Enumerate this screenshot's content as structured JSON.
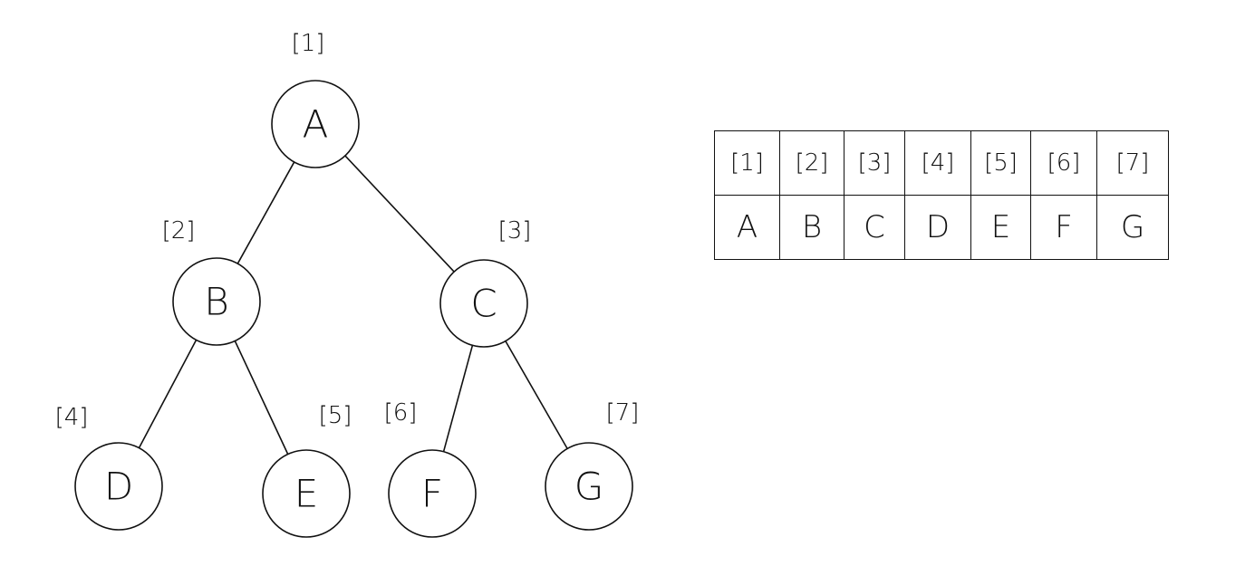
{
  "tree": {
    "nodes": [
      {
        "id": "A",
        "label": "A",
        "index_label": "[1]"
      },
      {
        "id": "B",
        "label": "B",
        "index_label": "[2]"
      },
      {
        "id": "C",
        "label": "C",
        "index_label": "[3]"
      },
      {
        "id": "D",
        "label": "D",
        "index_label": "[4]"
      },
      {
        "id": "E",
        "label": "E",
        "index_label": "[5]"
      },
      {
        "id": "F",
        "label": "F",
        "index_label": "[6]"
      },
      {
        "id": "G",
        "label": "G",
        "index_label": "[7]"
      }
    ],
    "edges": [
      [
        "A",
        "B"
      ],
      [
        "A",
        "C"
      ],
      [
        "B",
        "D"
      ],
      [
        "B",
        "E"
      ],
      [
        "C",
        "F"
      ],
      [
        "C",
        "G"
      ]
    ]
  },
  "array_table": {
    "indices": [
      "[1]",
      "[2]",
      "[3]",
      "[4]",
      "[5]",
      "[6]",
      "[7]"
    ],
    "values": [
      "A",
      "B",
      "C",
      "D",
      "E",
      "F",
      "G"
    ]
  }
}
